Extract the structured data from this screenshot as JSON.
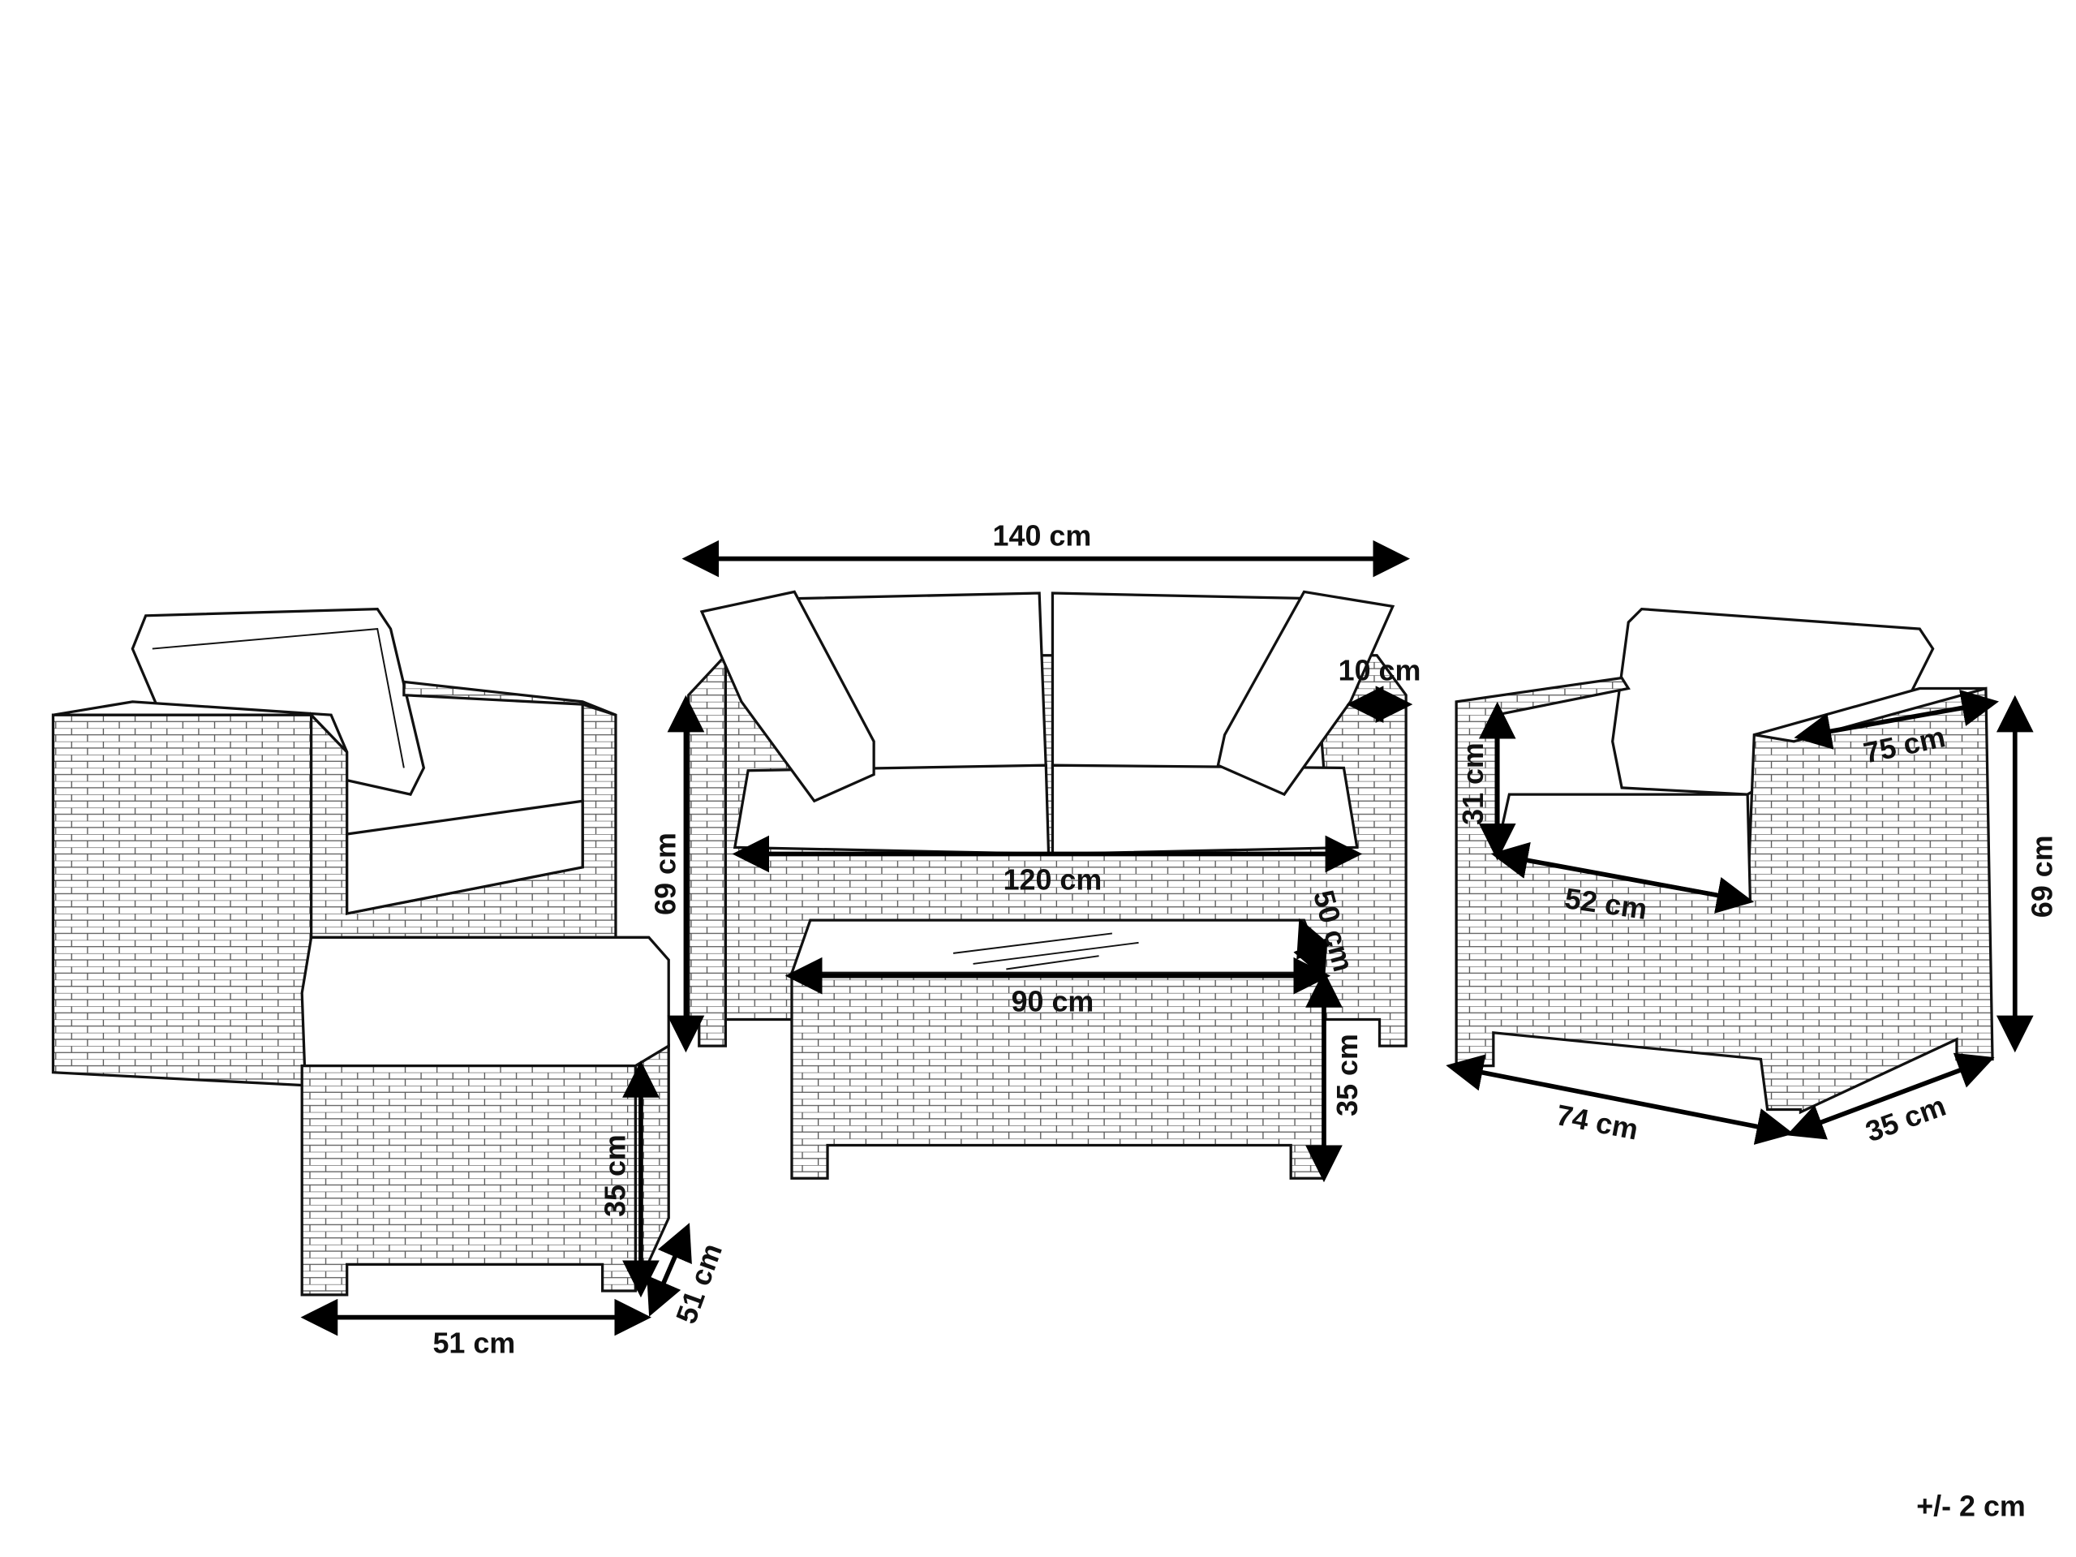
{
  "diagram": {
    "dimensions": {
      "sofa_width": "140 cm",
      "sofa_arm_width": "10 cm",
      "sofa_height": "69 cm",
      "sofa_seat_width": "120 cm",
      "table_depth": "50 cm",
      "table_width": "90 cm",
      "table_height": "35 cm",
      "ottoman_height": "35 cm",
      "ottoman_width": "51 cm",
      "ottoman_depth": "51 cm",
      "chair_seat_height": "31 cm",
      "chair_depth": "75 cm",
      "chair_seat_width": "52 cm",
      "chair_height": "69 cm",
      "chair_width": "74 cm",
      "chair_leg_depth": "35 cm"
    },
    "tolerance": "+/- 2 cm"
  }
}
